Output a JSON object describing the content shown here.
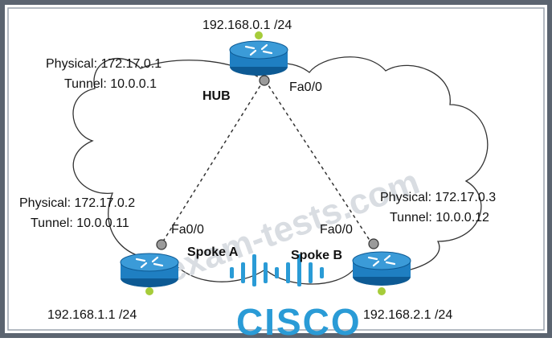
{
  "diagram": {
    "hub": {
      "name": "HUB",
      "lan": "192.168.0.1 /24",
      "physical": "Physical: 172.17.0.1",
      "tunnel": "Tunnel: 10.0.0.1",
      "interface": "Fa0/0"
    },
    "spoke_a": {
      "name": "Spoke A",
      "lan": "192.168.1.1 /24",
      "physical": "Physical: 172.17.0.2",
      "tunnel": "Tunnel: 10.0.0.11",
      "interface": "Fa0/0"
    },
    "spoke_b": {
      "name": "Spoke B",
      "lan": "192.168.2.1 /24",
      "physical": "Physical: 172.17.0.3",
      "tunnel": "Tunnel: 10.0.0.12",
      "interface": "Fa0/0"
    }
  },
  "watermark": "exam-tests.com",
  "logo": "CISCO",
  "colors": {
    "frame": "#5b6470",
    "router_blue": "#1f7fc2",
    "router_dark": "#0d5a94",
    "lan_dot": "#a6cc3a",
    "interface_dot": "#9a9a9a",
    "cisco_blue": "#2a9bd6"
  }
}
